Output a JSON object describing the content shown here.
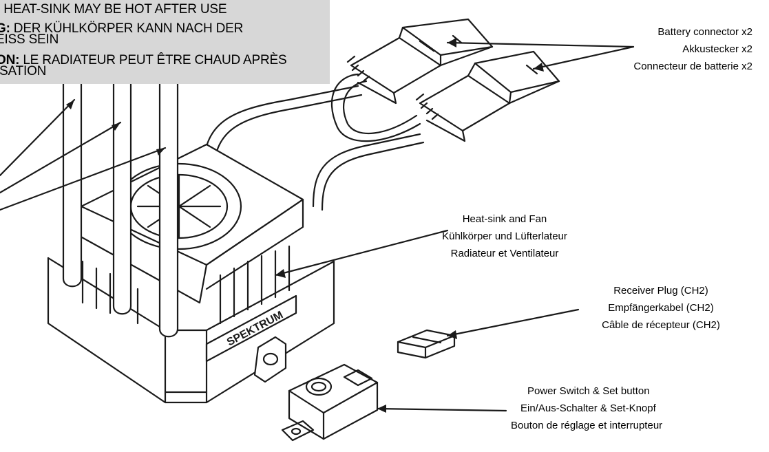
{
  "warning": {
    "en_prefix": ":",
    "en_text": " HEAT-SINK MAY BE HOT AFTER USE",
    "de_prefix": "G:",
    "de_text": " DER KÜHLKÖRPER KANN NACH DER",
    "de_text2": "EISS SEIN",
    "fr_prefix": "ON:",
    "fr_text": " LE RADIATEUR PEUT ÊTRE CHAUD APRÈS",
    "fr_text2": "ISATION"
  },
  "labels": {
    "battery": [
      "Battery connector x2",
      "Akkustecker x2",
      "Connecteur de batterie x2"
    ],
    "heatsink": [
      "Heat-sink and Fan",
      "Kühlkörper und Lüfterlateur",
      "Radiateur et Ventilateur"
    ],
    "receiver": [
      "Receiver Plug (CH2)",
      "Empfängerkabel (CH2)",
      "Câble de récepteur (CH2)"
    ],
    "switch": [
      "Power Switch & Set button",
      "Ein/Aus-Schalter & Set-Knopf",
      "Bouton de réglage et interrupteur"
    ]
  },
  "brand": "SPEKTRUM",
  "colors": {
    "line": "#1a1a1a",
    "warning_bg": "#d7d7d7"
  },
  "icons": [
    "esc-body-illustration",
    "battery-connector-icon",
    "receiver-plug-icon",
    "power-switch-icon"
  ]
}
